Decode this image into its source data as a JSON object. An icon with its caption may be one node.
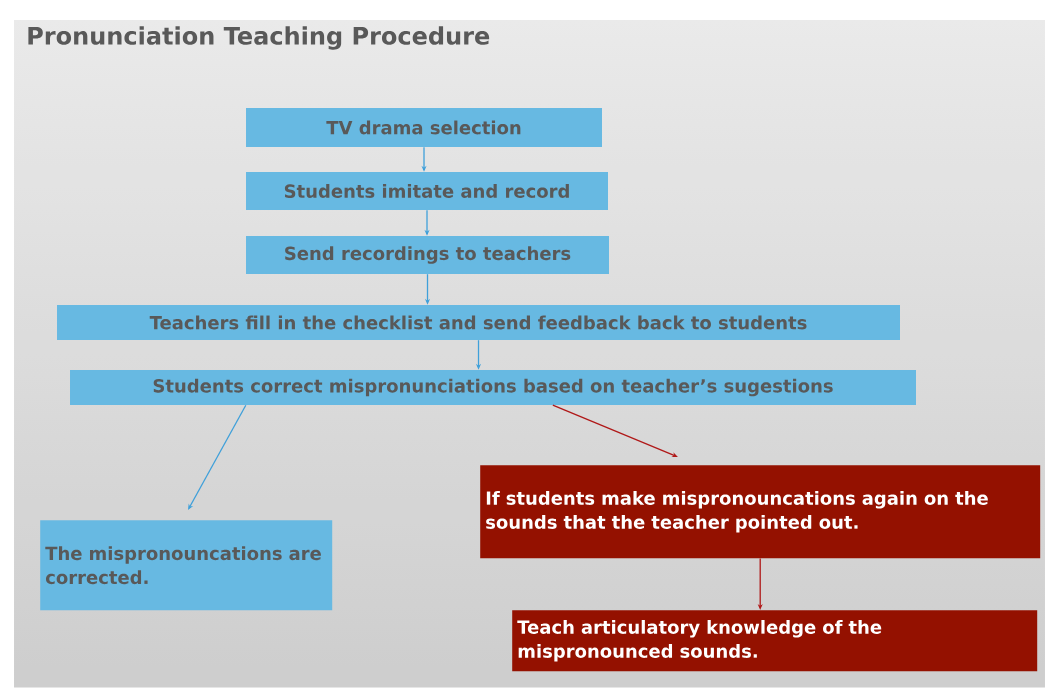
{
  "diagram": {
    "title": "Pronunciation Teaching Procedure",
    "nodes": [
      {
        "text": [
          "TV drama selection"
        ]
      },
      {
        "text": [
          "Students imitate and record"
        ]
      },
      {
        "text": [
          "Send recordings to teachers"
        ]
      },
      {
        "text": [
          "Teachers fill in the checklist and send feedback back to students"
        ]
      },
      {
        "text": [
          "Students correct mispronunciations based on teacher’s sugestions"
        ]
      },
      {
        "text": [
          "The mispronouncations are corrected."
        ]
      },
      {
        "text": [
          "If students make mispronouncations again on the sounds that the teacher pointed out."
        ]
      },
      {
        "text": [
          "Teach articulatory knowledge of the mispronounced sounds."
        ]
      }
    ],
    "edges": [
      {
        "from": 0,
        "to": 1,
        "arrow": "to"
      },
      {
        "from": 1,
        "to": 2,
        "arrow": "to"
      },
      {
        "from": 2,
        "to": 3,
        "arrow": "to"
      },
      {
        "from": 3,
        "to": 4,
        "arrow": "to"
      },
      {
        "from": 4,
        "to": 5,
        "arrow": "to"
      },
      {
        "from": 4,
        "to": 6,
        "arrow": "to",
        "color": "#b01818"
      },
      {
        "from": 6,
        "to": 7,
        "arrow": "to",
        "color": "#b01818"
      }
    ]
  }
}
